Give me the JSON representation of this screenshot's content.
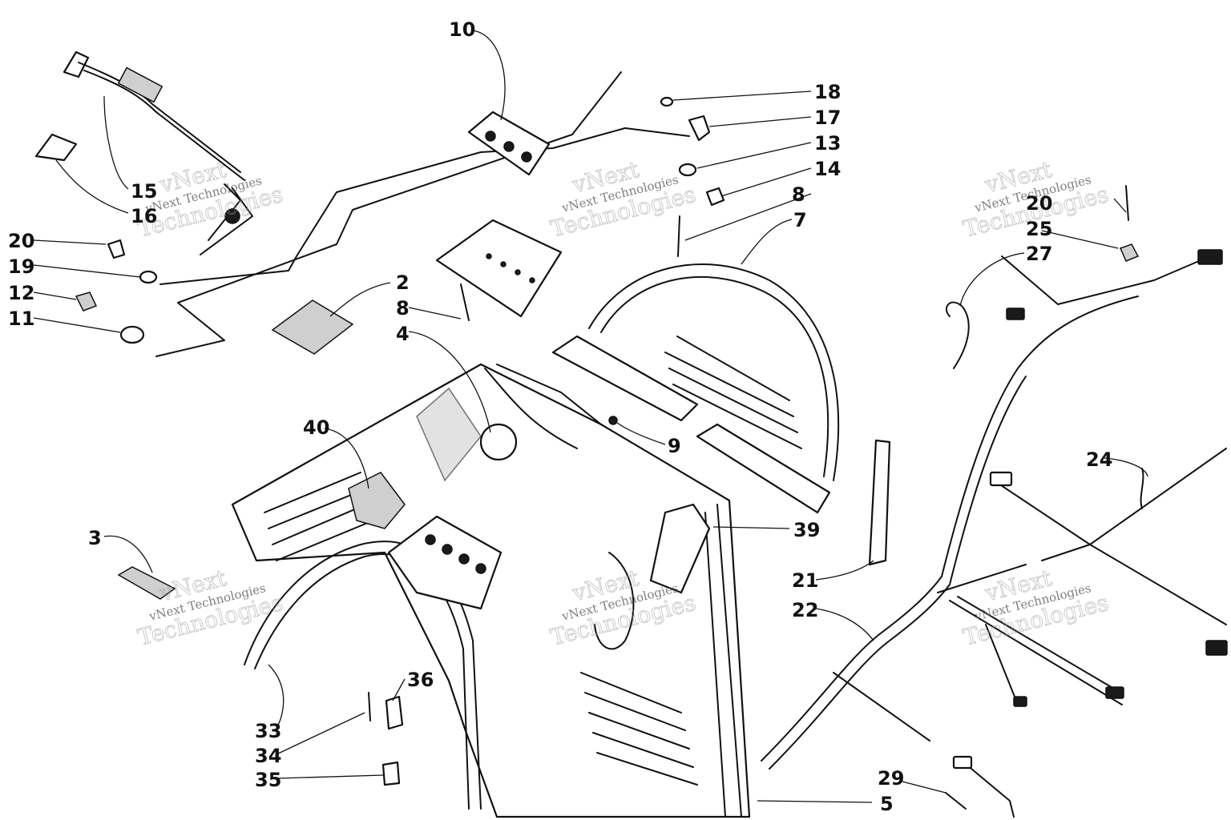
{
  "callouts": [
    {
      "id": "c10",
      "text": "10"
    },
    {
      "id": "c18",
      "text": "18"
    },
    {
      "id": "c17",
      "text": "17"
    },
    {
      "id": "c13",
      "text": "13"
    },
    {
      "id": "c14",
      "text": "14"
    },
    {
      "id": "c8a",
      "text": "8"
    },
    {
      "id": "c7",
      "text": "7"
    },
    {
      "id": "c15",
      "text": "15"
    },
    {
      "id": "c16",
      "text": "16"
    },
    {
      "id": "c20a",
      "text": "20"
    },
    {
      "id": "c19",
      "text": "19"
    },
    {
      "id": "c12",
      "text": "12"
    },
    {
      "id": "c11",
      "text": "11"
    },
    {
      "id": "c2",
      "text": "2"
    },
    {
      "id": "c8b",
      "text": "8"
    },
    {
      "id": "c4",
      "text": "4"
    },
    {
      "id": "c9",
      "text": "9"
    },
    {
      "id": "c40",
      "text": "40"
    },
    {
      "id": "c3",
      "text": "3"
    },
    {
      "id": "c39",
      "text": "39"
    },
    {
      "id": "c21",
      "text": "21"
    },
    {
      "id": "c22",
      "text": "22"
    },
    {
      "id": "c36",
      "text": "36"
    },
    {
      "id": "c33",
      "text": "33"
    },
    {
      "id": "c34",
      "text": "34"
    },
    {
      "id": "c35",
      "text": "35"
    },
    {
      "id": "c29",
      "text": "29"
    },
    {
      "id": "c5",
      "text": "5"
    },
    {
      "id": "c20b",
      "text": "20"
    },
    {
      "id": "c25",
      "text": "25"
    },
    {
      "id": "c27",
      "text": "27"
    },
    {
      "id": "c24",
      "text": "24"
    }
  ],
  "watermark": {
    "line1": "vNext Technologies",
    "line2": "vNext",
    "line3": "Technologies"
  }
}
